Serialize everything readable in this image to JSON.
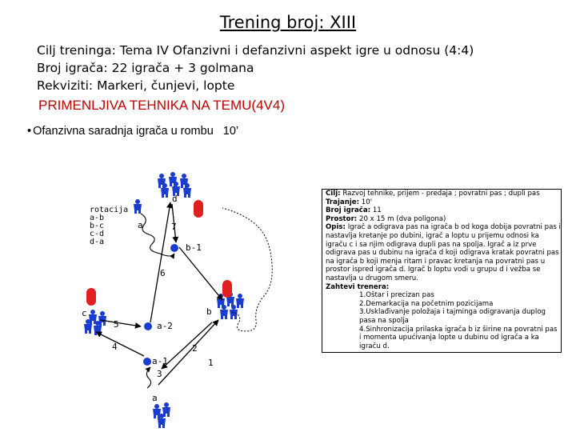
{
  "title": "Trening broj: XIII",
  "meta": {
    "goal_label": "Cilj treninga:",
    "goal_value": "Tema IV Ofanzivni i defanzivni aspekt igre u odnosu (4:4)",
    "players_label": "Broj igrača:",
    "players_value": "22 igrača + 3 golmana",
    "props_label": "Rekviziti:",
    "props_value": "Markeri, čunjevi, lopte"
  },
  "headline": "PRIMENLJIVA TEHNIKA NA TEMU(4V4)",
  "bullet": {
    "symbol": "•",
    "text": "Ofanzivna saradnja igrača u rombu",
    "duration": "10’"
  },
  "diagram": {
    "rotation_title": "rotacija",
    "rotation_items": [
      "a-b",
      "b-c",
      "c-d",
      "d-a"
    ],
    "labels": {
      "a": "a",
      "b": "b",
      "c": "c",
      "d": "d",
      "b1": "b-1",
      "a2": "a-2",
      "a1": "a-1",
      "n1": "1",
      "n2": "2",
      "n3": "3",
      "n4": "4",
      "n5": "5",
      "n6": "6",
      "n7": "7"
    },
    "colors": {
      "player": "#1a3ccf",
      "cone": "#e02020",
      "arrow": "#000000"
    }
  },
  "notes": {
    "goal_label": "Cilj:",
    "goal_text": "Razvoj tehnike, prijem - predaja ; povratni pas ; dupli pas",
    "duration_label": "Trajanje:",
    "duration_text": "10'",
    "players_label": "Broj igrača:",
    "players_text": "11",
    "space_label": "Prostor:",
    "space_text": "20 x 15 m (dva poligona)",
    "desc_label": "Opis:",
    "desc_text": "Igrač a odigrava pas na igrača b od koga dobija povratni pas i nastavlja kretanje po dubini, igrač a loptu u prijemu odnosi ka igraču c i sa njim odigrava dupli pas na spolja. Igrač a iz prve odigrava pas u dubinu na igrača d koji odigrava kratak povratni pas na igrača b koji menja ritam i pravac kretanja na povratni pas u prostor ispred igrača d. Igrač b loptu vodi u grupu d i vežba se nastavlja u drugom smeru.",
    "req_label": "Zahtevi trenera:",
    "requirements": [
      "1.Oštar i precizan pas",
      "2.Demarkacija na početnim pozicijama",
      "3.Usklađivanje položaja i tajminga odigravanja duplog pasa na spolja",
      "4.Sinhronizacija prilaska igrača b iz širine na povratni pas i momenta upućivanja lopte u dubinu od igrača a ka igraču d."
    ]
  }
}
